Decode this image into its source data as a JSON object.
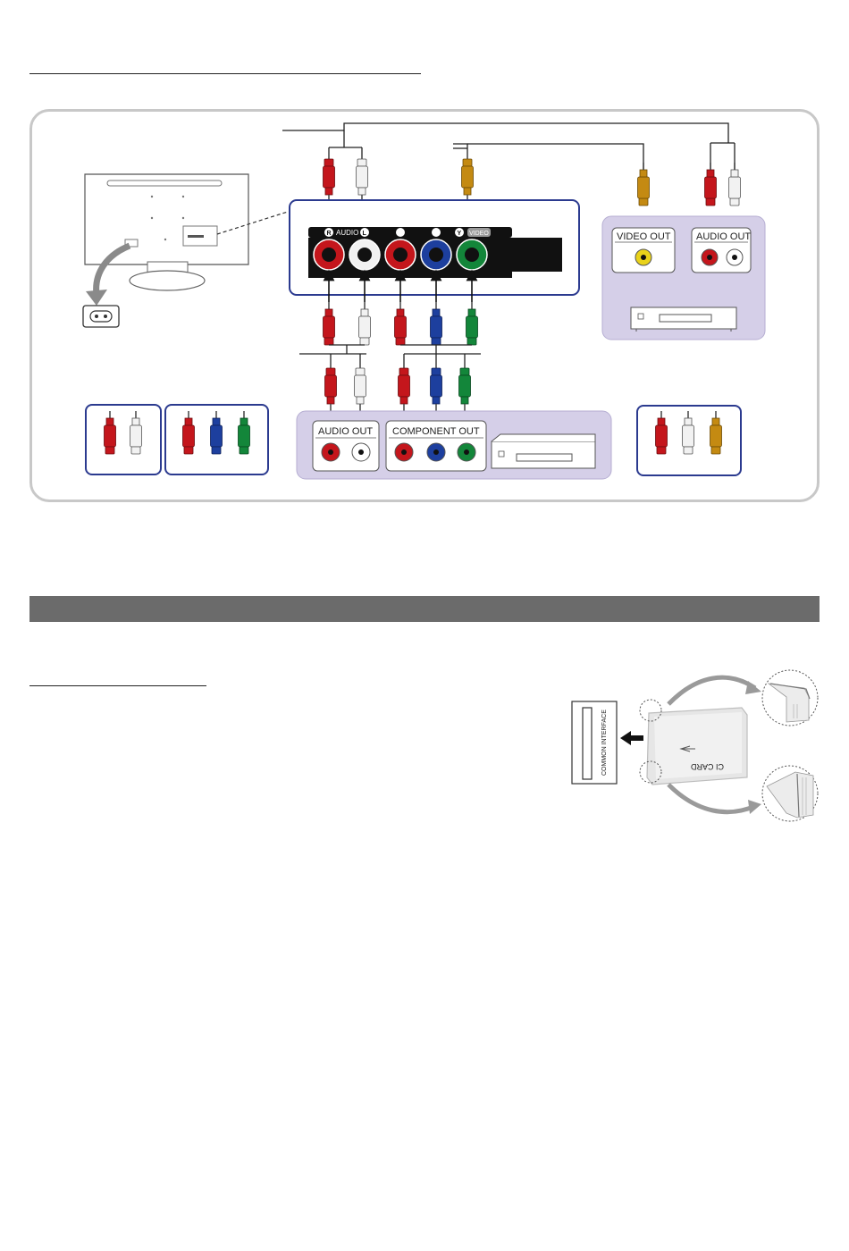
{
  "tv_panel": {
    "audio_label": "AUDIO",
    "audio_r": "R",
    "audio_l": "L",
    "y_letter": "Y",
    "video_label": "VIDEO"
  },
  "av_device": {
    "video_out_label": "VIDEO OUT",
    "audio_out_label": "AUDIO OUT"
  },
  "component_device": {
    "audio_out_label": "AUDIO OUT",
    "component_out_label": "COMPONENT OUT"
  },
  "ci_slot": {
    "slot_label": "COMMON INTERFACE",
    "card_label": "CI CARD"
  },
  "colors": {
    "red": "#c4161c",
    "white": "#f2f2f2",
    "blue": "#1d3f9e",
    "green": "#13863a",
    "yellow": "#c48a12",
    "panel_border": "#2b3a8f",
    "device_fill": "#d5cfe8",
    "section_bar": "#6b6b6b"
  }
}
